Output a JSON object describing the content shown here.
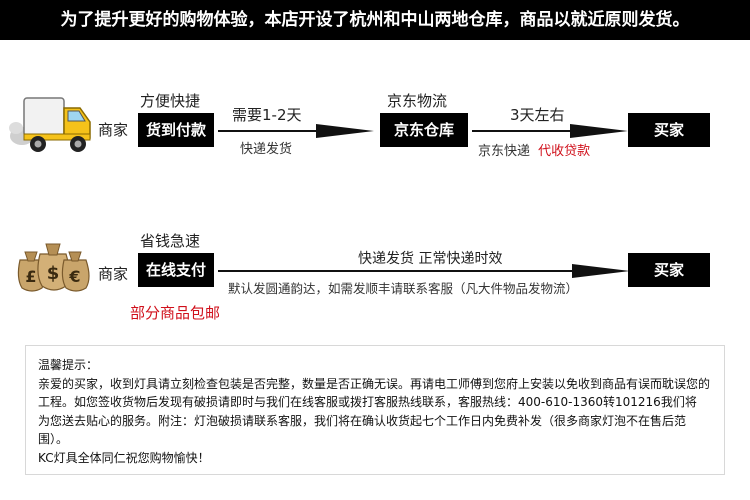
{
  "banner": "为了提升更好的购物体验，本店开设了杭州和中山两地仓库，商品以就近原则发货。",
  "flow1": {
    "merchant": "商家",
    "payment_caption": "方便快捷",
    "payment_method": "货到付款",
    "step1_time": "需要1-2天",
    "step1_method": "快递发货",
    "warehouse_caption": "京东物流",
    "warehouse": "京东仓库",
    "step2_time": "3天左右",
    "step2_method": "京东快递",
    "step2_note": "代收贷款",
    "buyer": "买家"
  },
  "flow2": {
    "merchant": "商家",
    "payment_caption": "省钱急速",
    "payment_method": "在线支付",
    "shipping_caption": "快递发货 正常快递时效",
    "shipping_note": "默认发圆通韵达，如需发顺丰请联系客服（凡大件物品发物流）",
    "promo": "部分商品包邮",
    "buyer": "买家"
  },
  "notes": {
    "title": "温馨提示：",
    "lines": [
      "亲爱的买家，收到灯具请立刻检查包装是否完整，数量是否正确无误。再请电工师傅到您府上安装以免收到商品有误而耽误您的",
      "工程。如您签收货物后发现有破损请即时与我们在线客服或拨打客服热线联系，客服热线：400-610-1360转101216我们将",
      "为您送去贴心的服务。附注：灯泡破损请联系客服，我们将在确认收货起七个工作日内免费补发（很多商家灯泡不在售后范围）。",
      "KC灯具全体同仁祝您购物愉快！"
    ]
  },
  "colors": {
    "accent_red": "#d0101b",
    "box_black": "#000000"
  }
}
